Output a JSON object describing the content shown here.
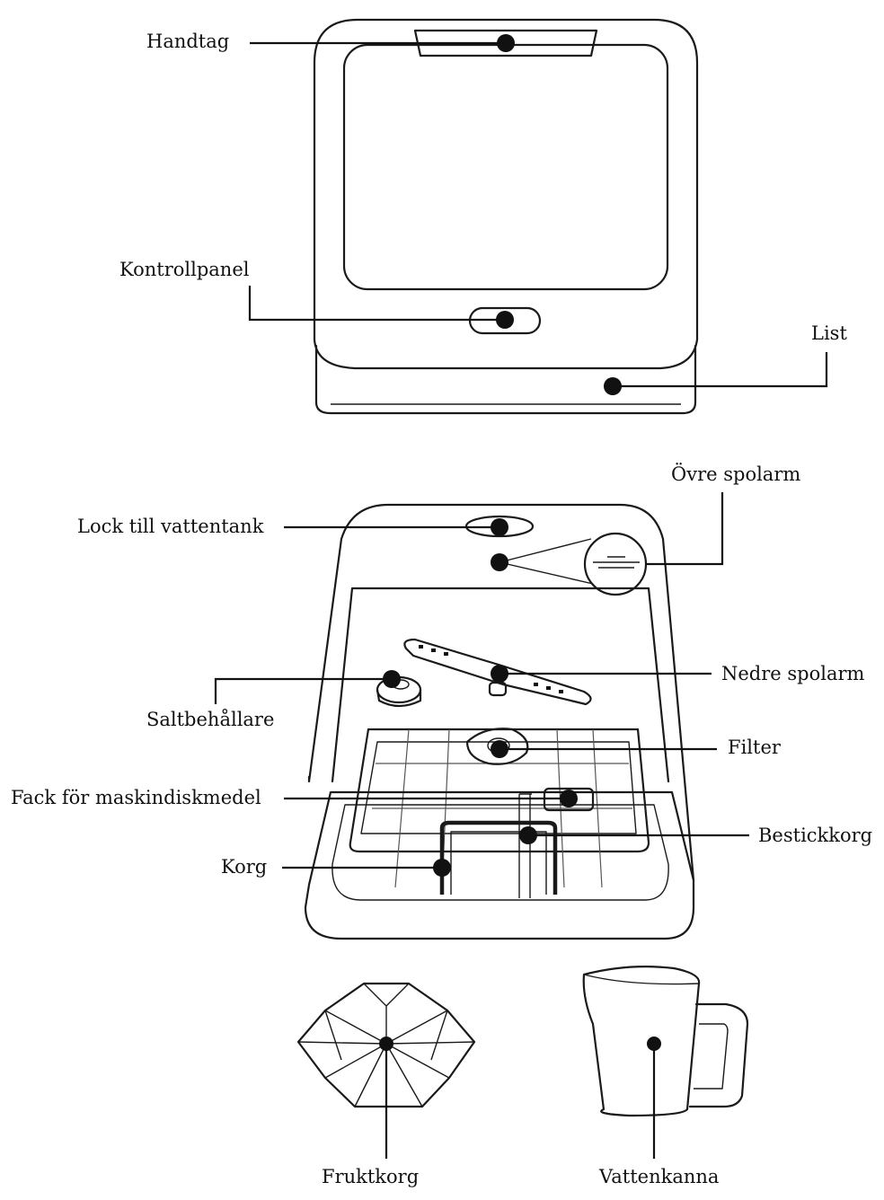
{
  "labels": {
    "handtag": "Handtag",
    "kontrollpanel": "Kontrollpanel",
    "list": "List",
    "ovre_spolarm": "Övre spolarm",
    "lock_vattentank": "Lock till vattentank",
    "nedre_spolarm": "Nedre spolarm",
    "saltbehallare": "Saltbehållare",
    "filter": "Filter",
    "fack_maskindiskmedel": "Fack för maskindiskmedel",
    "bestickkorg": "Bestickkorg",
    "korg": "Korg",
    "fruktkorg": "Fruktkorg",
    "vattenkanna": "Vattenkanna"
  }
}
